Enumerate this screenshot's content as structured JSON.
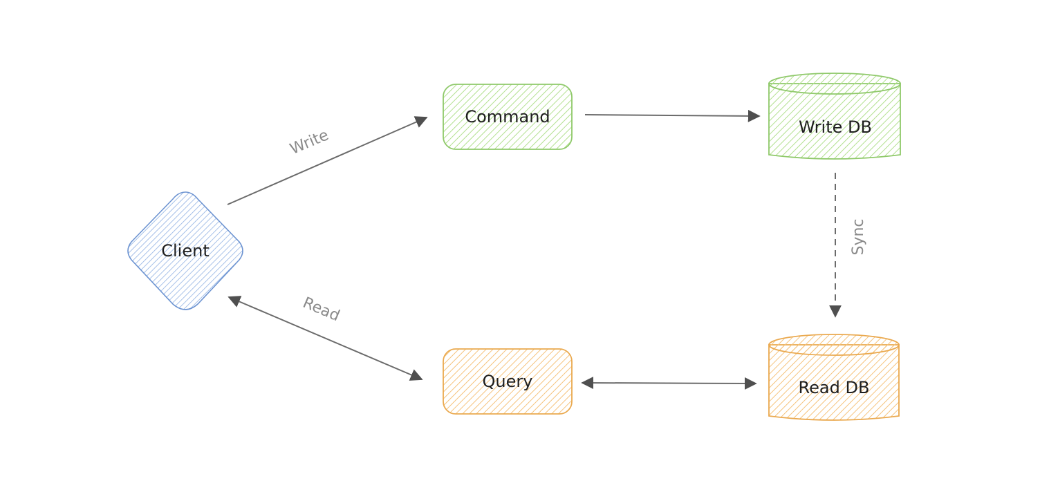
{
  "colors": {
    "green_stroke": "#8fc96a",
    "green_fill": "#b2e08f",
    "orange_stroke": "#eaa94f",
    "orange_fill": "#f5c37d",
    "blue_stroke": "#6c93d1",
    "blue_fill": "#8fb0e3",
    "edge": "#6b6b6b",
    "edge_label": "#8a8a8a"
  },
  "nodes": {
    "client": {
      "label": "Client",
      "shape": "diamond"
    },
    "command": {
      "label": "Command",
      "shape": "rounded-rectangle"
    },
    "query": {
      "label": "Query",
      "shape": "rounded-rectangle"
    },
    "write_db": {
      "label": "Write DB",
      "shape": "cylinder"
    },
    "read_db": {
      "label": "Read DB",
      "shape": "cylinder"
    }
  },
  "edges": {
    "write": {
      "label": "Write",
      "from": "Client",
      "to": "Command",
      "style": "solid",
      "direction": "forward"
    },
    "read": {
      "label": "Read",
      "from": "Client",
      "to": "Query",
      "style": "solid",
      "direction": "both"
    },
    "command_write_db": {
      "label": "",
      "from": "Command",
      "to": "Write DB",
      "style": "solid",
      "direction": "forward"
    },
    "sync": {
      "label": "Sync",
      "from": "Write DB",
      "to": "Read DB",
      "style": "dashed",
      "direction": "forward"
    },
    "query_read_db": {
      "label": "",
      "from": "Query",
      "to": "Read DB",
      "style": "solid",
      "direction": "both"
    }
  }
}
